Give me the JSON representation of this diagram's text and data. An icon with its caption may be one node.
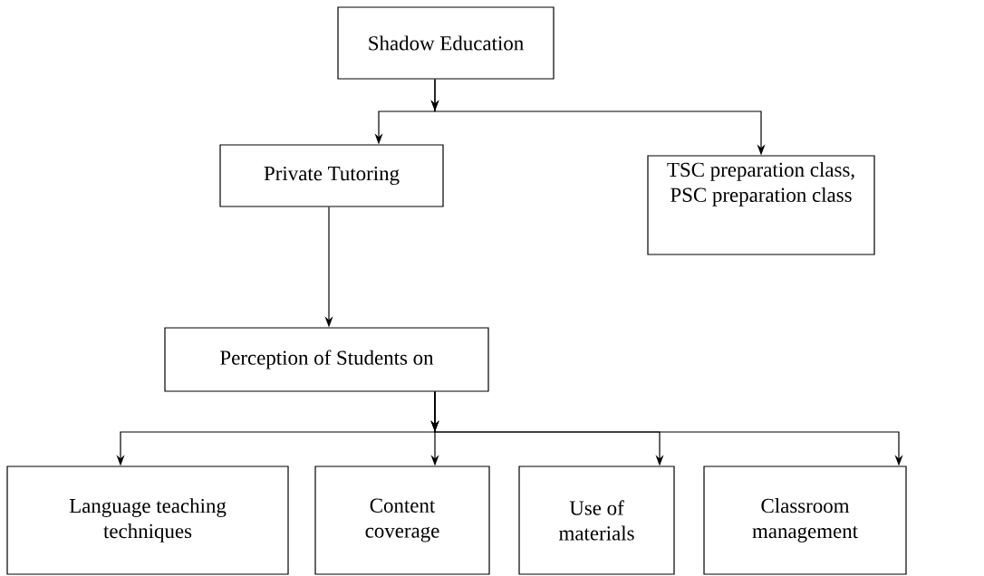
{
  "diagram": {
    "nodes": [
      {
        "text": [
          "Shadow Education"
        ]
      },
      {
        "text": [
          "Private Tutoring"
        ]
      },
      {
        "text": [
          "TSC preparation class, PSC preparation class"
        ]
      },
      {
        "text": [
          "Perception of Students on"
        ]
      },
      {
        "text": [
          "Language teaching techniques"
        ]
      },
      {
        "text": [
          "Content coverage"
        ]
      },
      {
        "text": [
          "Use of materials"
        ]
      },
      {
        "text": [
          "Classroom management"
        ]
      }
    ],
    "edges": [
      {
        "from": 0,
        "to": 1,
        "arrow": "to"
      },
      {
        "from": 0,
        "to": 2,
        "arrow": "to"
      },
      {
        "from": 1,
        "to": 3,
        "arrow": "to"
      },
      {
        "from": 3,
        "to": 4,
        "arrow": "to"
      },
      {
        "from": 3,
        "to": 5,
        "arrow": "to"
      },
      {
        "from": 3,
        "to": 6,
        "arrow": "to"
      },
      {
        "from": 3,
        "to": 7,
        "arrow": "to"
      }
    ]
  }
}
